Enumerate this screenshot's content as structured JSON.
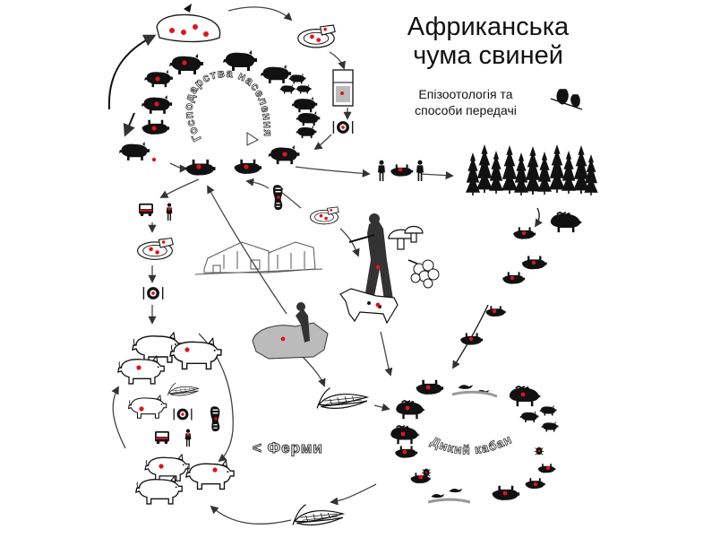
{
  "title_line1": "Африканська",
  "title_line2": "чума свиней",
  "subtitle_line1": "Епізоотологія та",
  "subtitle_line2": "способи передачі",
  "loop_labels": {
    "household": "Господарства населення",
    "farms": "< Ферми",
    "wild_boar": "Дикий кабан"
  },
  "colors": {
    "silhouette": "#111111",
    "infection_dot": "#e0141b",
    "arrow": "#555555",
    "label_outline": "#333333"
  },
  "icons": [
    "pig-icon",
    "meat-icon",
    "fridge-icon",
    "plate-icon",
    "person-icon",
    "bus-icon",
    "boot-icon",
    "forest-icon",
    "wild-boar-icon",
    "hunter-icon",
    "mushroom-icon",
    "berry-icon",
    "corn-icon",
    "bird-icon",
    "tick-icon",
    "farmhouse-icon",
    "herd-icon"
  ]
}
